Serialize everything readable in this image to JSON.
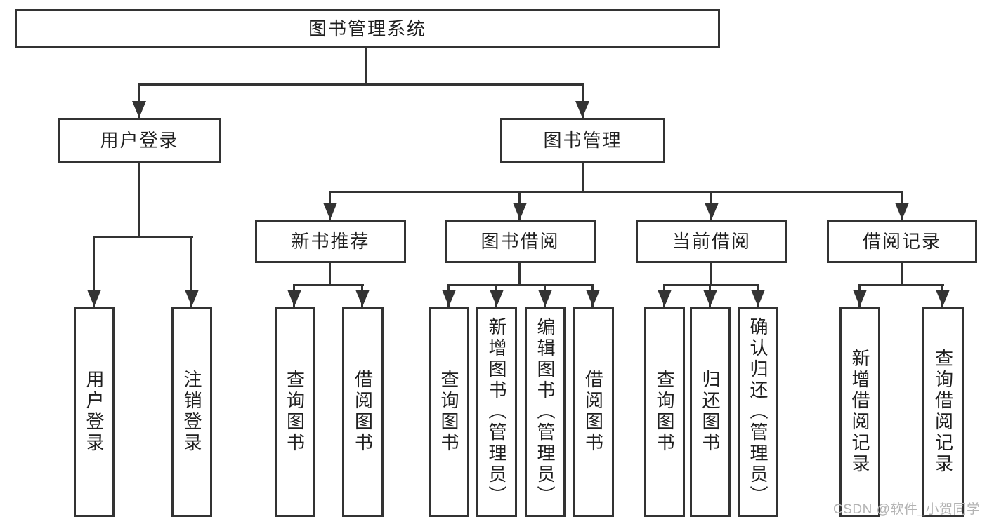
{
  "tree": {
    "root": {
      "label": "图书管理系统",
      "children": [
        {
          "label": "用户登录",
          "children": [
            {
              "label": "用户登录"
            },
            {
              "label": "注销登录"
            }
          ]
        },
        {
          "label": "图书管理",
          "children": [
            {
              "label": "新书推荐",
              "children": [
                {
                  "label": "查询图书"
                },
                {
                  "label": "借阅图书"
                }
              ]
            },
            {
              "label": "图书借阅",
              "children": [
                {
                  "label": "查询图书"
                },
                {
                  "label": "新增图书（管理员）"
                },
                {
                  "label": "编辑图书（管理员）"
                },
                {
                  "label": "借阅图书"
                }
              ]
            },
            {
              "label": "当前借阅",
              "children": [
                {
                  "label": "查询图书"
                },
                {
                  "label": "归还图书"
                },
                {
                  "label": "确认归还（管理员）"
                }
              ]
            },
            {
              "label": "借阅记录",
              "children": [
                {
                  "label": "新增借阅记录"
                },
                {
                  "label": "查询借阅记录"
                }
              ]
            }
          ]
        }
      ]
    }
  },
  "watermark": {
    "text": "CSDN @软件_小贺同学"
  },
  "colors": {
    "line": "#333333",
    "border": "#333333",
    "text": "#1f1f1f",
    "watermark": "#b3b3b3",
    "background": "#ffffff"
  }
}
